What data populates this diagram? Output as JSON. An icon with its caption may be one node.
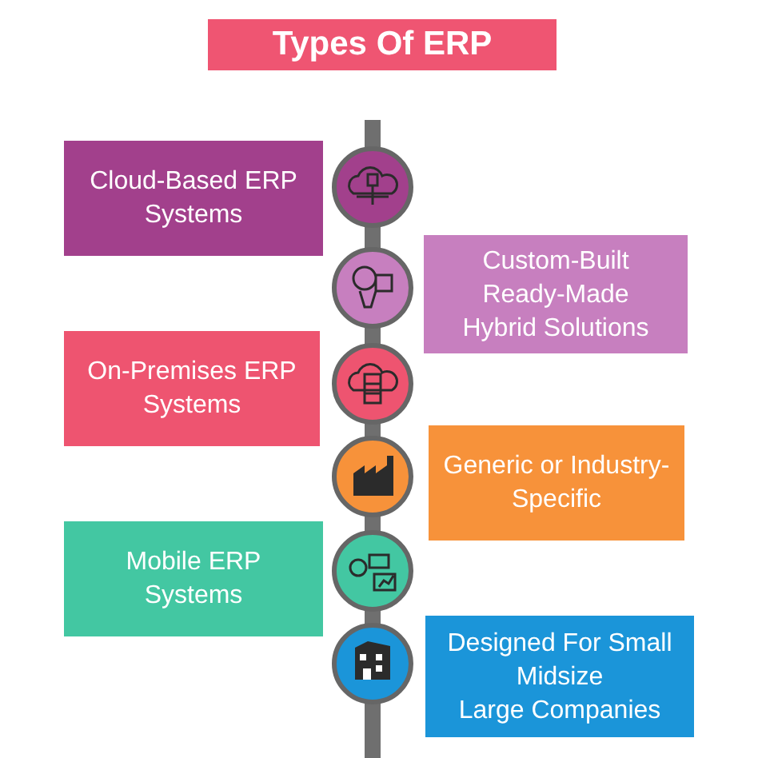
{
  "diagram": {
    "title": "Types Of ERP",
    "nodes": [
      {
        "text": [
          "Cloud-Based ERP Systems"
        ]
      },
      {
        "text": [
          "Custom-Built",
          "Ready-Made",
          "Hybrid Solutions"
        ]
      },
      {
        "text": [
          "On-Premises ERP Systems"
        ]
      },
      {
        "text": [
          "Generic or Industry-Specific"
        ]
      },
      {
        "text": [
          "Mobile ERP Systems"
        ]
      },
      {
        "text": [
          "Designed For Small",
          "Midsize",
          "Large Companies"
        ]
      }
    ]
  }
}
